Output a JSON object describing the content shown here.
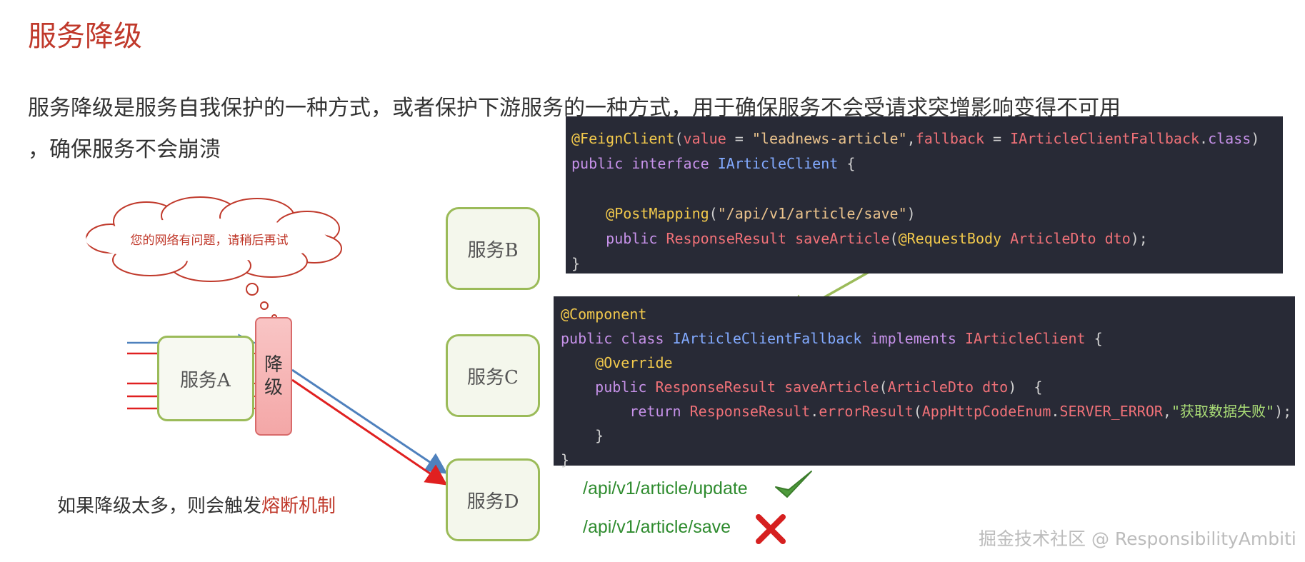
{
  "slide": {
    "title": "服务降级",
    "description_line1": "服务降级是服务自我保护的一种方式，或者保护下游服务的一种方式，用于确保服务不会受请求突增影响变得不可用",
    "description_line2": "，确保服务不会崩溃"
  },
  "diagram": {
    "cloud_message": "您的网络有问题，请稍后再试",
    "service_a": "服务A",
    "degrade_label_top": "降",
    "degrade_label_bottom": "级",
    "service_b": "服务B",
    "service_c": "服务C",
    "service_d": "服务D",
    "bottom_note_prefix": "如果降级太多，则会触发",
    "bottom_note_highlight": "熔断机制",
    "colors": {
      "green_border": "#9bbb59",
      "red_arrow": "#e02020",
      "blue_arrow": "#4f81bd",
      "accent_red": "#c0392b"
    }
  },
  "code_block_1": {
    "l1": {
      "ann": "@FeignClient",
      "p1": "(",
      "k1": "value",
      "eq1": " = ",
      "s1": "\"leadnews-article\"",
      "comma": ",",
      "k2": "fallback",
      "eq2": " = ",
      "t1": "IArticleClientFallback",
      "dot": ".",
      "cls": "class",
      "p2": ")"
    },
    "l2": {
      "k1": "public",
      "k2": "interface",
      "t1": "IArticleClient",
      "b": "{"
    },
    "l4": {
      "ann": "@PostMapping",
      "p1": "(",
      "s1": "\"/api/v1/article/save\"",
      "p2": ")"
    },
    "l5": {
      "k1": "public",
      "t1": "ResponseResult",
      "m1": "saveArticle",
      "p1": "(",
      "ann": "@RequestBody",
      "t2": "ArticleDto",
      "v": "dto",
      "p2": ");"
    },
    "l6": {
      "b": "}"
    }
  },
  "code_block_2": {
    "l1": {
      "ann": "@Component"
    },
    "l2": {
      "k1": "public",
      "k2": "class",
      "t1": "IArticleClientFallback",
      "k3": "implements",
      "t2": "IArticleClient",
      "b": "{"
    },
    "l3": {
      "ann": "@Override"
    },
    "l4": {
      "k1": "public",
      "t1": "ResponseResult",
      "m1": "saveArticle",
      "p1": "(",
      "t2": "ArticleDto",
      "v": "dto",
      "p2": ")",
      "b": "{"
    },
    "l5": {
      "k1": "return",
      "t1": "ResponseResult",
      "dot1": ".",
      "m1": "errorResult",
      "p1": "(",
      "t2": "AppHttpCodeEnum",
      "dot2": ".",
      "c1": "SERVER_ERROR",
      "comma": ",",
      "s1": "\"获取数据失败\"",
      "p2": ");"
    },
    "l6": {
      "b": "}"
    },
    "l7": {
      "b": "}"
    }
  },
  "routes": [
    {
      "path": "/api/v1/article/update",
      "status": "check-icon"
    },
    {
      "path": "/api/v1/article/save",
      "status": "cross-icon"
    }
  ],
  "watermark": "掘金技术社区 @ ResponsibilityAmbiti"
}
